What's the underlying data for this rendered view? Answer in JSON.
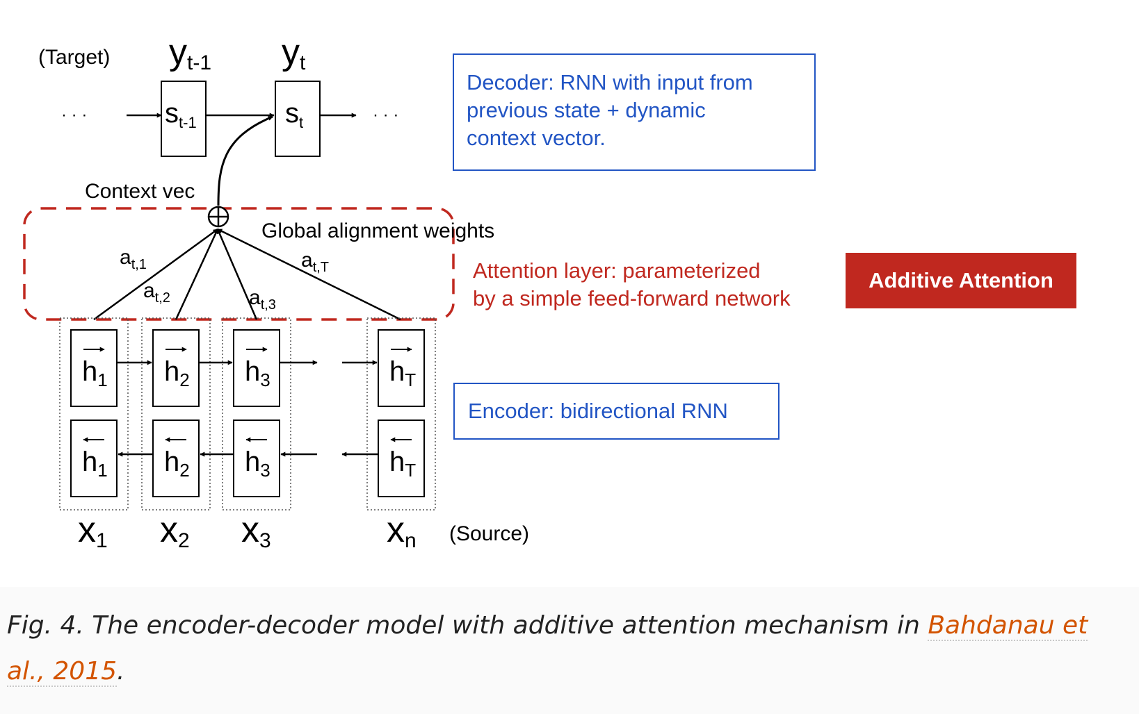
{
  "colors": {
    "ink": "#000000",
    "note_blue": "#2255c4",
    "note_red": "#c0281f",
    "badge_bg": "#c0281f",
    "badge_text": "#ffffff",
    "link": "#d35400"
  },
  "labels": {
    "target": "(Target)",
    "source": "(Source)",
    "y_prev": "y",
    "y_prev_sub": "t-1",
    "y_cur": "y",
    "y_cur_sub": "t",
    "s_prev": "s",
    "s_prev_sub": "t-1",
    "s_cur": "s",
    "s_cur_sub": "t",
    "dots": "· · ·",
    "context_vec": "Context vec",
    "global_alignment": "Global alignment weights",
    "a": "a",
    "a1_sub": "t,1",
    "a2_sub": "t,2",
    "a3_sub": "t,3",
    "aT_sub": "t,T",
    "h": "h",
    "h1_sub": "1",
    "h2_sub": "2",
    "h3_sub": "3",
    "hT_sub": "T",
    "x": "x",
    "x1_sub": "1",
    "x2_sub": "2",
    "x3_sub": "3",
    "xn_sub": "n"
  },
  "notes": {
    "decoder": [
      "Decoder: RNN with input from",
      "previous state + dynamic",
      "context vector."
    ],
    "attention": [
      "Attention layer: parameterized",
      "by a simple feed-forward network"
    ],
    "encoder": "Encoder: bidirectional RNN",
    "badge": "Additive Attention"
  },
  "caption": {
    "text": "Fig. 4. The encoder-decoder model with additive attention mechanism in ",
    "link": "Bahdanau et al., 2015",
    "end": "."
  }
}
